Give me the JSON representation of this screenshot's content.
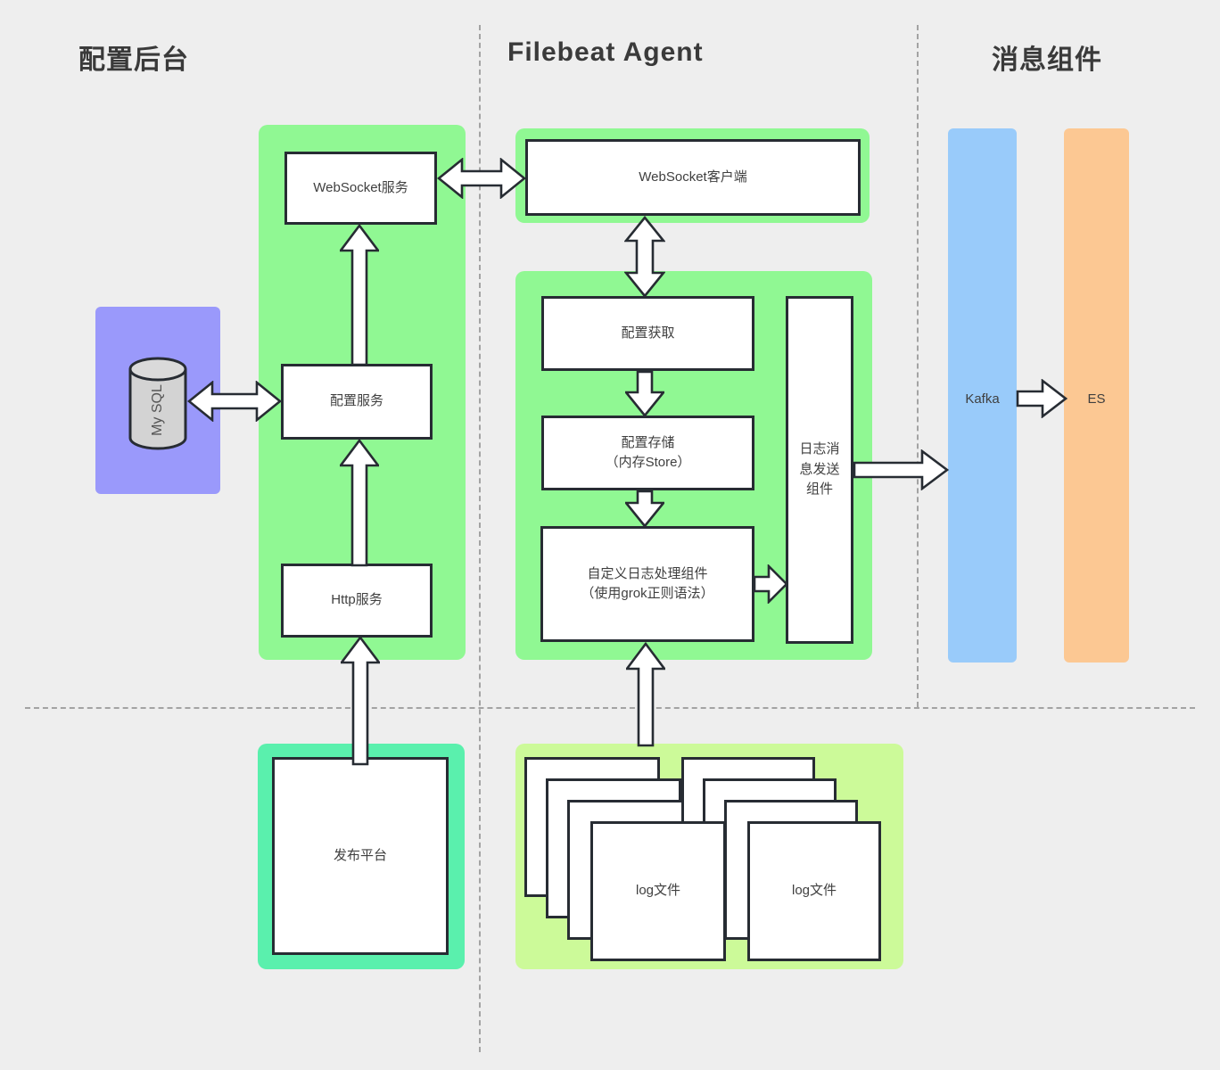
{
  "sections": {
    "config_backend": {
      "title": "配置后台"
    },
    "filebeat_agent": {
      "title": "Filebeat Agent"
    },
    "message_components": {
      "title": "消息组件"
    }
  },
  "nodes": {
    "websocket_server": {
      "label": "WebSocket服务"
    },
    "websocket_client": {
      "label": "WebSocket客户端"
    },
    "mysql": {
      "label": "My SQL"
    },
    "config_service": {
      "label": "配置服务"
    },
    "http_service": {
      "label": "Http服务"
    },
    "config_fetch": {
      "label": "配置获取"
    },
    "config_store": {
      "line1": "配置存储",
      "line2": "（内存Store）"
    },
    "log_processor": {
      "line1": "自定义日志处理组件",
      "line2": "（使用grok正则语法）"
    },
    "log_sender": {
      "label": "日志消息发送组件"
    },
    "publish_platform": {
      "label": "发布平台"
    },
    "kafka": {
      "label": "Kafka"
    },
    "es": {
      "label": "ES"
    },
    "log_stack_left": {
      "label": "log文件"
    },
    "log_stack_right": {
      "label": "log文件"
    }
  },
  "colors": {
    "background": "#eeeeee",
    "panel_green": "#90f893",
    "panel_teal": "#5af0ad",
    "panel_lime": "#ccfa99",
    "panel_purple": "#9a99fb",
    "kafka_blue": "#99cbfa",
    "es_orange": "#fcc893",
    "outline": "#272c33",
    "divider": "#a3a3a3"
  }
}
